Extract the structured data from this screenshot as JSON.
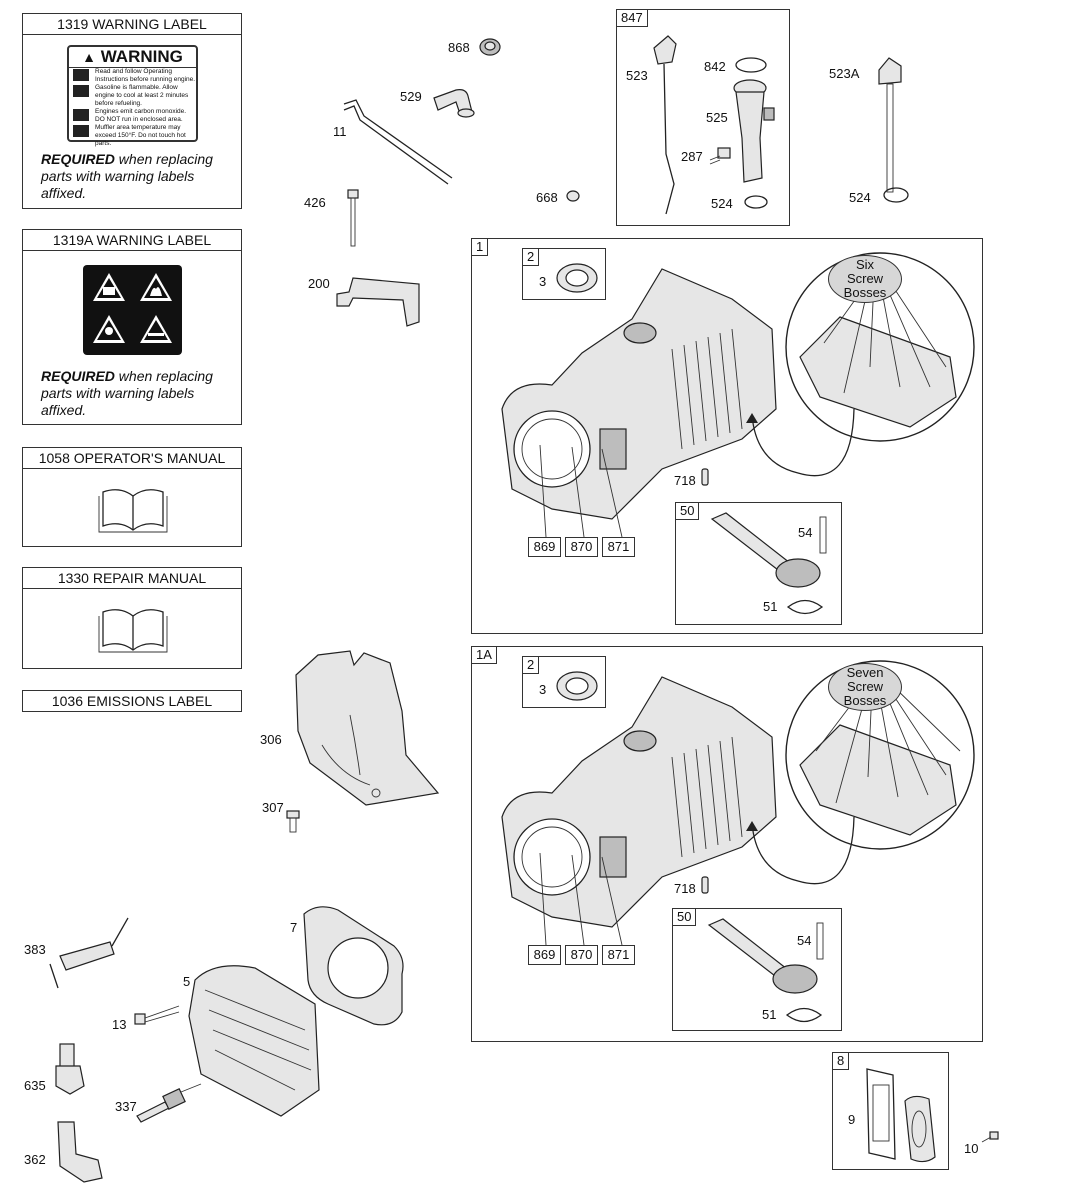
{
  "labels_panel": {
    "warning_label": {
      "title": "1319 WARNING LABEL",
      "sticker_heading": "WARNING",
      "sticker_lines": [
        "Read and follow Operating Instructions before running engine.",
        "Gasoline is flammable. Allow engine to cool at least 2 minutes before refueling.",
        "Engines emit carbon monoxide. DO NOT run in enclosed area.",
        "Muffler area temperature may exceed 150°F. Do not touch hot parts."
      ],
      "required_bold": "REQUIRED",
      "required_rest": " when replacing parts with warning labels affixed."
    },
    "warning_label_a": {
      "title": "1319A WARNING LABEL",
      "required_bold": "REQUIRED",
      "required_rest": " when replacing parts with warning labels affixed."
    },
    "operators_manual": {
      "title": "1058 OPERATOR'S MANUAL"
    },
    "repair_manual": {
      "title": "1330 REPAIR MANUAL"
    },
    "emissions_label": {
      "title": "1036 EMISSIONS LABEL"
    }
  },
  "parts": {
    "p868": "868",
    "p529": "529",
    "p11": "11",
    "p426": "426",
    "p668": "668",
    "p200": "200",
    "p306": "306",
    "p307": "307",
    "p383": "383",
    "p7": "7",
    "p5": "5",
    "p13": "13",
    "p635": "635",
    "p337": "337",
    "p362": "362",
    "p10": "10",
    "p9": "9"
  },
  "dipstick_kit": {
    "box_number": "847",
    "parts": {
      "p523": "523",
      "p842": "842",
      "p525": "525",
      "p287": "287",
      "p524": "524"
    }
  },
  "dipstick_alt": {
    "p523a": "523A",
    "p524": "524"
  },
  "cylinder_assemblies": [
    {
      "box_number": "1",
      "seal_box": "2",
      "seal_part": "3",
      "callout_lines": [
        "Six",
        "Screw",
        "Bosses"
      ],
      "p718": "718",
      "pin_row": [
        "869",
        "870",
        "871"
      ],
      "breather_box": "50",
      "p54": "54",
      "p51": "51"
    },
    {
      "box_number": "1A",
      "seal_box": "2",
      "seal_part": "3",
      "callout_lines": [
        "Seven",
        "Screw",
        "Bosses"
      ],
      "p718": "718",
      "pin_row": [
        "869",
        "870",
        "871"
      ],
      "breather_box": "50",
      "p54": "54",
      "p51": "51"
    }
  ],
  "gasket_kit": {
    "box_number": "8"
  }
}
